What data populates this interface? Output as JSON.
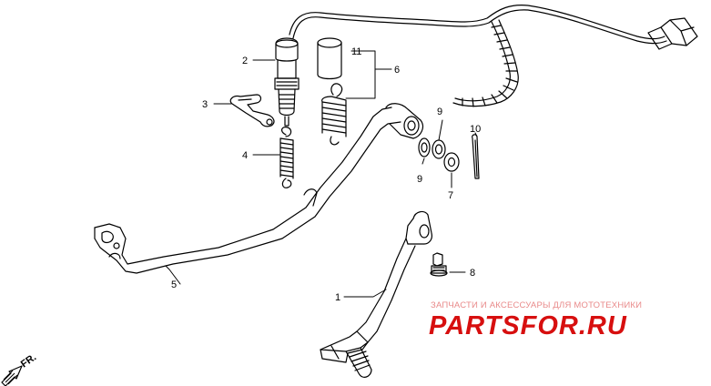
{
  "diagram": {
    "callouts": [
      {
        "id": "c1",
        "text": "1"
      },
      {
        "id": "c2",
        "text": "2"
      },
      {
        "id": "c3",
        "text": "3"
      },
      {
        "id": "c4",
        "text": "4"
      },
      {
        "id": "c5",
        "text": "5"
      },
      {
        "id": "c6",
        "text": "6"
      },
      {
        "id": "c7",
        "text": "7"
      },
      {
        "id": "c8",
        "text": "8"
      },
      {
        "id": "c9a",
        "text": "9"
      },
      {
        "id": "c9b",
        "text": "9"
      },
      {
        "id": "c10",
        "text": "10"
      },
      {
        "id": "c11",
        "text": "11"
      }
    ],
    "direction_label": "FR."
  },
  "watermark": {
    "tagline": "ЗАПЧАСТИ И АКСЕССУАРЫ ДЛЯ МОТОТЕХНИКИ",
    "logo": "PARTSFOR.RU",
    "colors": {
      "logo": "#d70f0f",
      "tagline": "#e98a8a"
    }
  }
}
